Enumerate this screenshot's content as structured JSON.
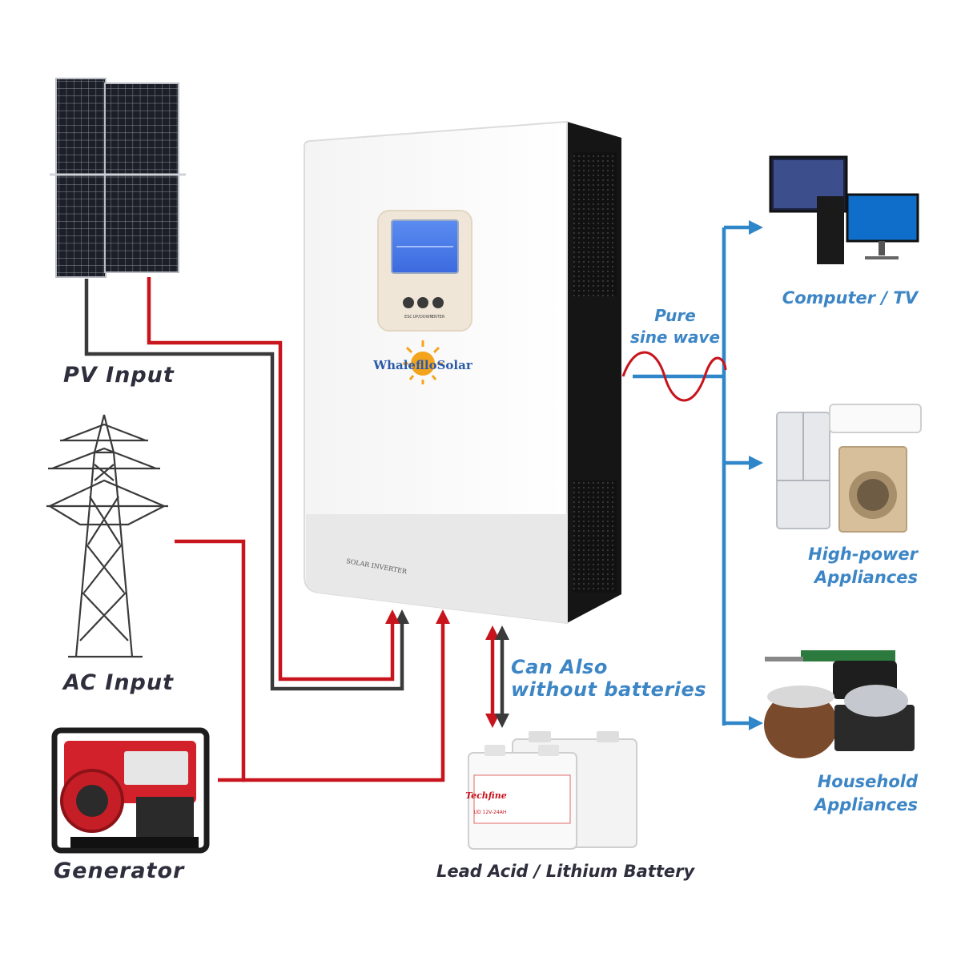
{
  "labels": {
    "pv_input": "PV Input",
    "ac_input": "AC Input",
    "generator": "Generator",
    "battery": "Lead Acid / Lithium Battery",
    "no_battery_line1": "Can Also",
    "no_battery_line2": "without batteries",
    "sine_line1": "Pure",
    "sine_line2": "sine wave",
    "computer_tv": "Computer / TV",
    "high_power_line1": "High-power",
    "high_power_line2": "Appliances",
    "household_line1": "Household",
    "household_line2": "Appliances"
  },
  "inverter": {
    "brand": "WhaleflloSolar",
    "logo_text": "SOLAR INVERTER",
    "buttons": [
      "ESC",
      "UP/DOWN",
      "ENTER"
    ]
  },
  "battery_brand": "Techfine",
  "battery_model": "UD 12V-24AH",
  "colors": {
    "dc_positive": "#c8141c",
    "dc_negative": "#3a3a3a",
    "ac_output": "#2f86c8",
    "label_dark": "#2e2e3c",
    "label_blue": "#3d86c6"
  }
}
